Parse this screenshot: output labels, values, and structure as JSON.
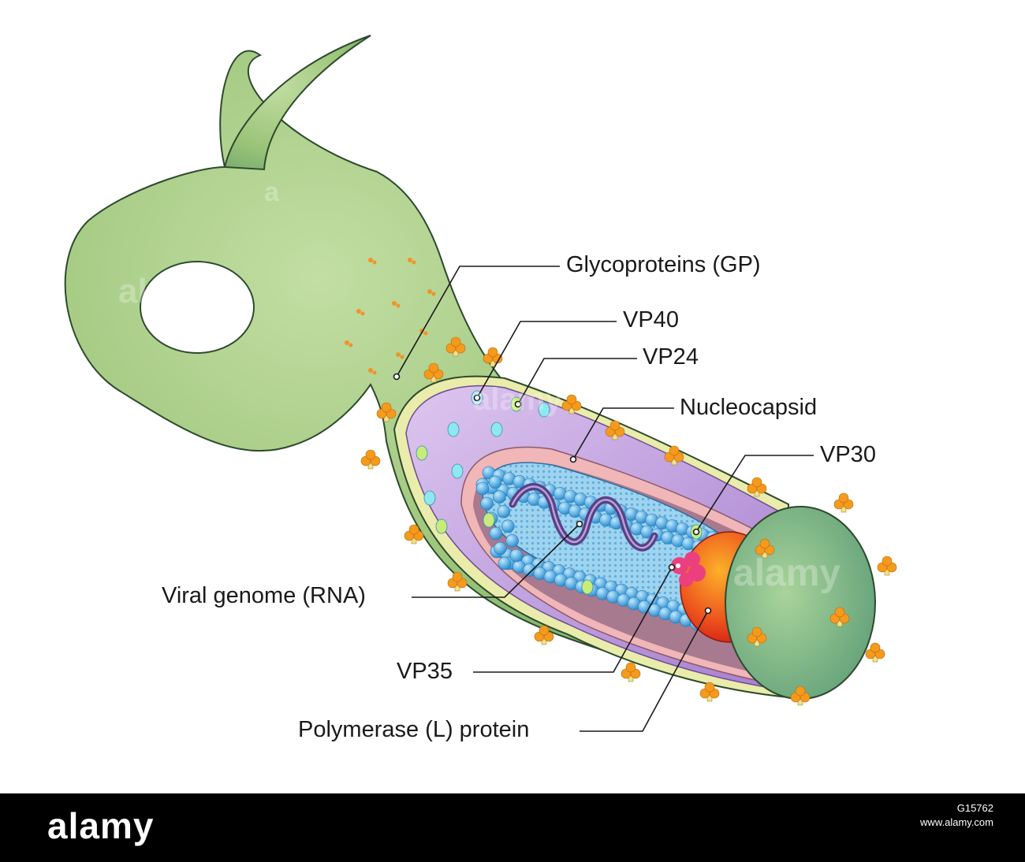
{
  "labels": {
    "glycoproteins": "Glycoproteins (GP)",
    "vp40": "VP40",
    "vp24": "VP24",
    "nucleocapsid": "Nucleocapsid",
    "vp30": "VP30",
    "viral_genome": "Viral genome (RNA)",
    "vp35": "VP35",
    "polymerase": "Polymerase (L) protein"
  },
  "watermark": {
    "brand": "alamy",
    "mark": "a"
  },
  "footer": {
    "logo": "alamy",
    "image_id": "G15762",
    "url": "www.alamy.com"
  },
  "colors": {
    "envelope_green": "#9cc57a",
    "membrane_yellow": "#e9ecaa",
    "matrix_purple": "#c6a3df",
    "layer_pink": "#f0b6b8",
    "interior_mauve": "#a87a8f",
    "nucleocapsid_blue": "#3fa8e0",
    "rna_purple": "#5a3f86",
    "polymerase_red": "#e23a1c",
    "vp35_pink": "#ec3f7e",
    "glycoprotein_orange": "#f59a1c"
  }
}
